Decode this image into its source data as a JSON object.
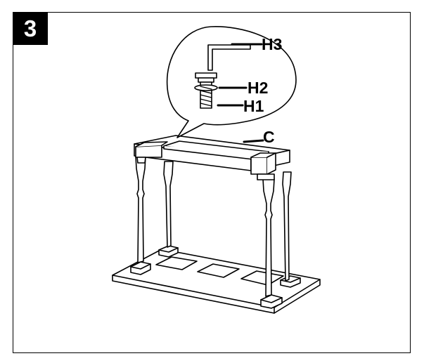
{
  "step": {
    "number": "3"
  },
  "parts": {
    "h3": "H3",
    "h2": "H2",
    "h1": "H1",
    "c": "C"
  }
}
